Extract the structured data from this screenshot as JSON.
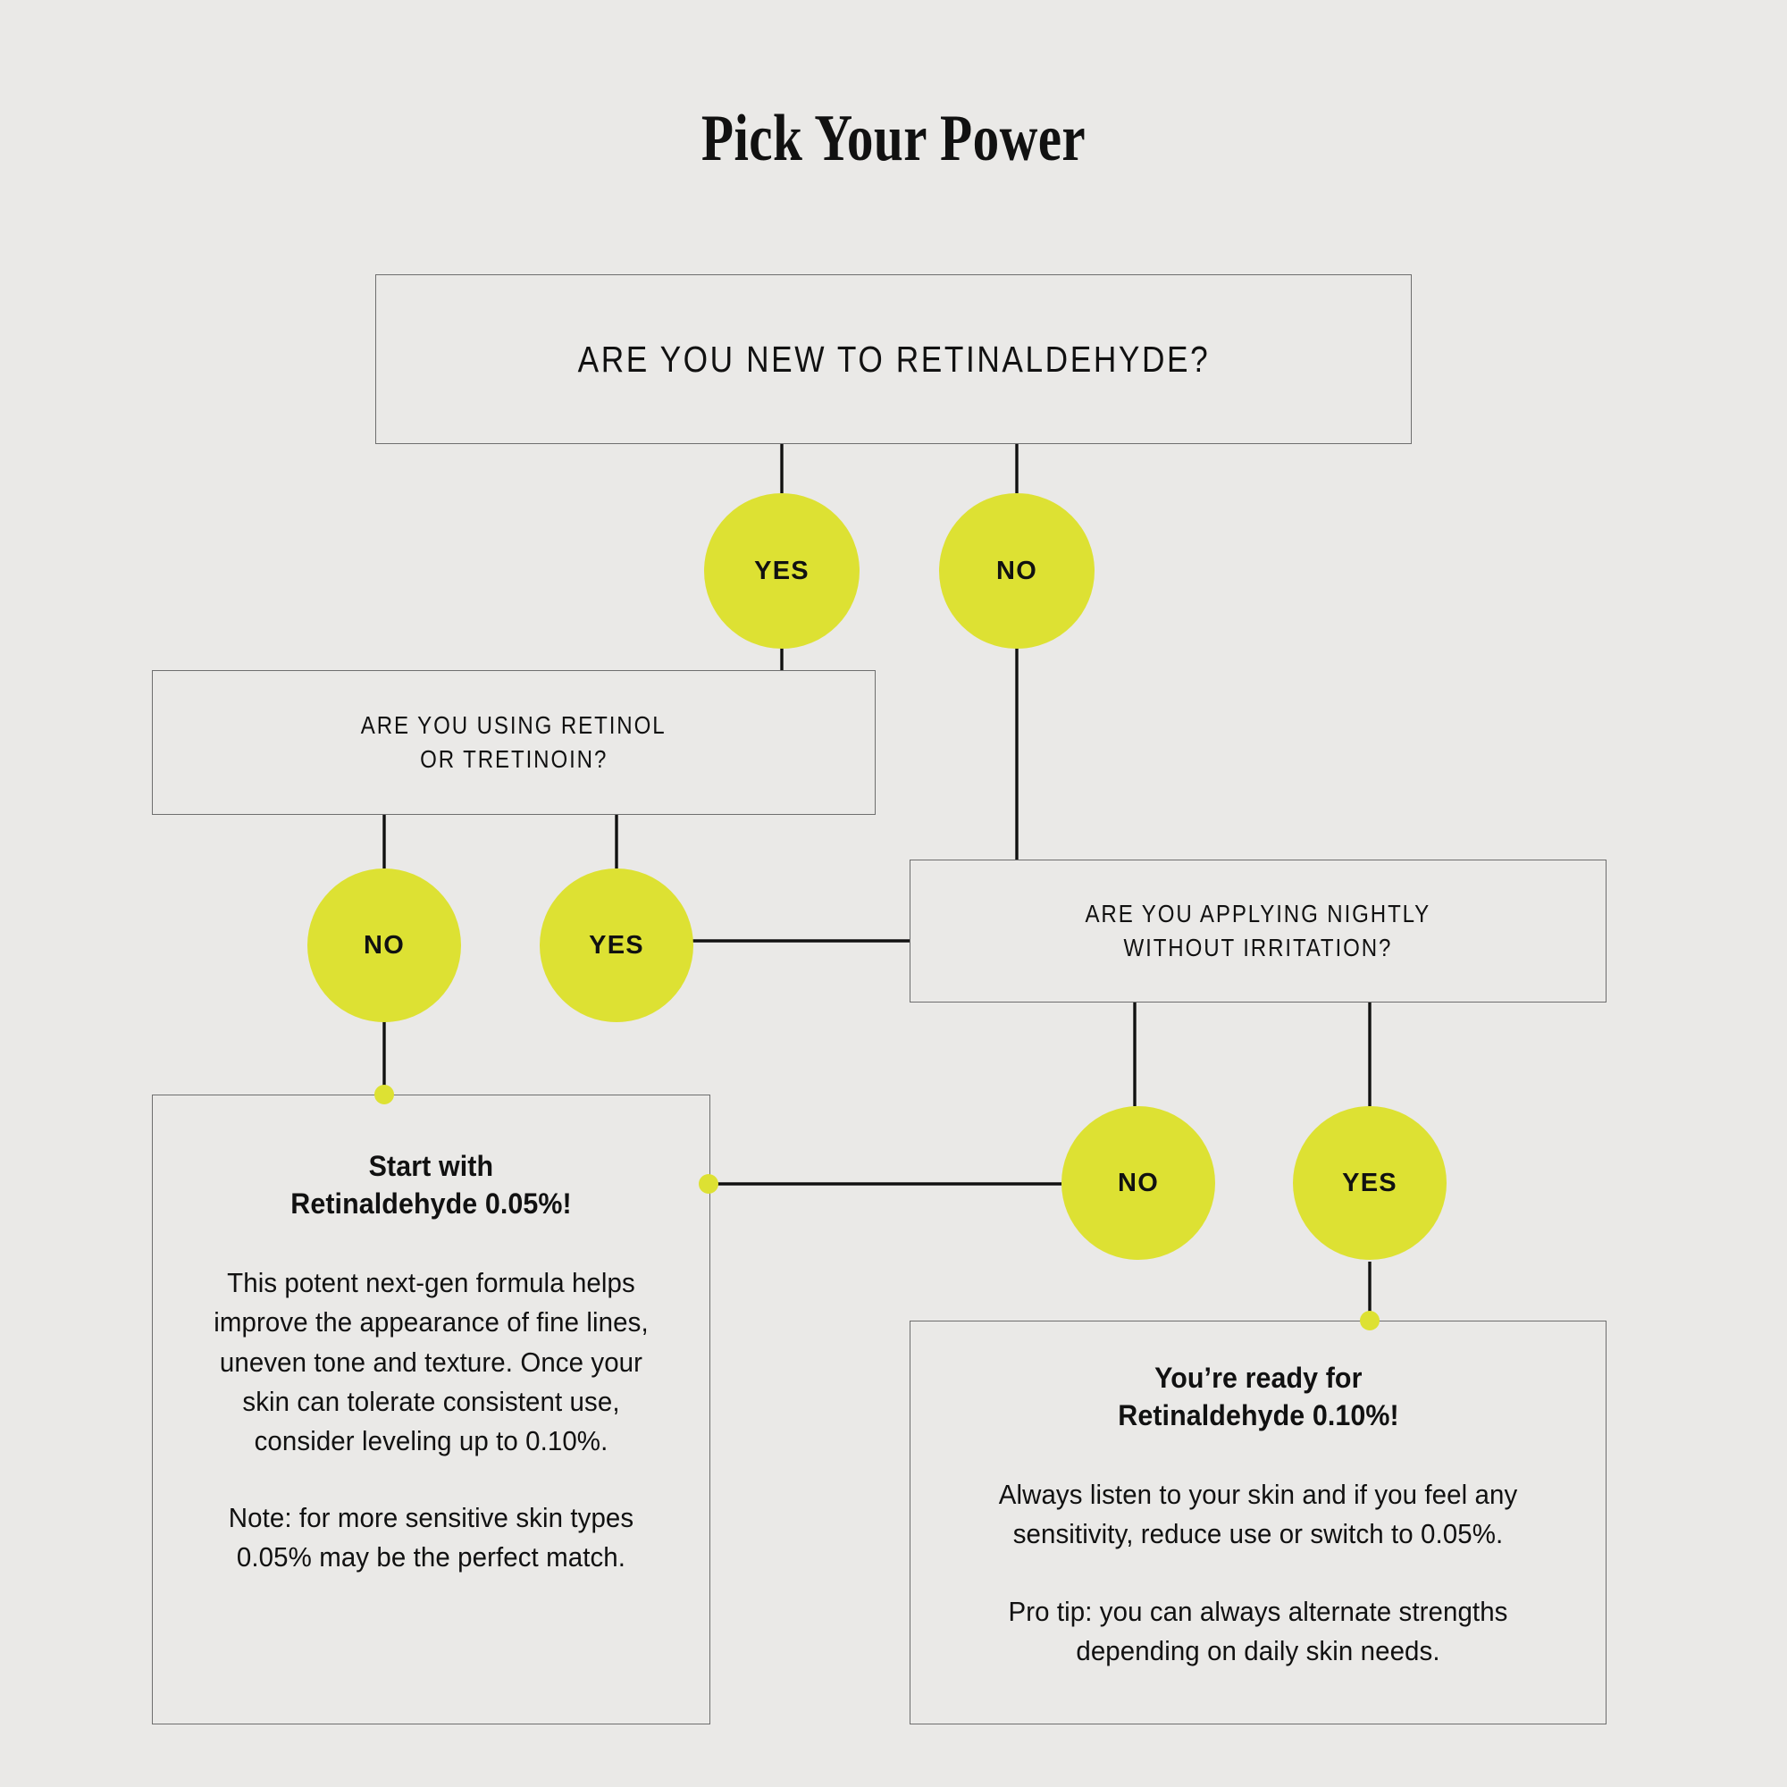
{
  "page": {
    "title": "Pick Your Power",
    "background_color": "#eae9e7",
    "accent_color": "#dde133",
    "line_color": "#111111",
    "border_color": "#6e6e6e"
  },
  "nodes": {
    "q1": {
      "text_line1": "ARE YOU NEW TO RETINALDEHYDE?"
    },
    "q2": {
      "text_line1": "ARE YOU USING RETINOL",
      "text_line2": "OR TRETINOIN?"
    },
    "q3": {
      "text_line1": "ARE YOU APPLYING NIGHTLY",
      "text_line2": "WITHOUT IRRITATION?"
    }
  },
  "choices": {
    "q1_yes": "YES",
    "q1_no": "NO",
    "q2_no": "NO",
    "q2_yes": "YES",
    "q3_no": "NO",
    "q3_yes": "YES"
  },
  "results": {
    "left": {
      "heading_line1": "Start with",
      "heading_line2": "Retinaldehyde 0.05%!",
      "paragraph1": "This potent next-gen formula helps improve the appearance of fine lines, uneven tone and texture. Once your skin can tolerate consistent use, consider leveling up to 0.10%.",
      "paragraph2": "Note: for more sensitive skin types 0.05% may be the perfect match."
    },
    "right": {
      "heading_line1": "You’re ready for",
      "heading_line2": "Retinaldehyde 0.10%!",
      "paragraph1": "Always listen to your skin and if you feel any sensitivity, reduce use or switch to 0.05%.",
      "paragraph2": "Pro tip: you can always alternate strengths depending on daily skin needs."
    }
  }
}
